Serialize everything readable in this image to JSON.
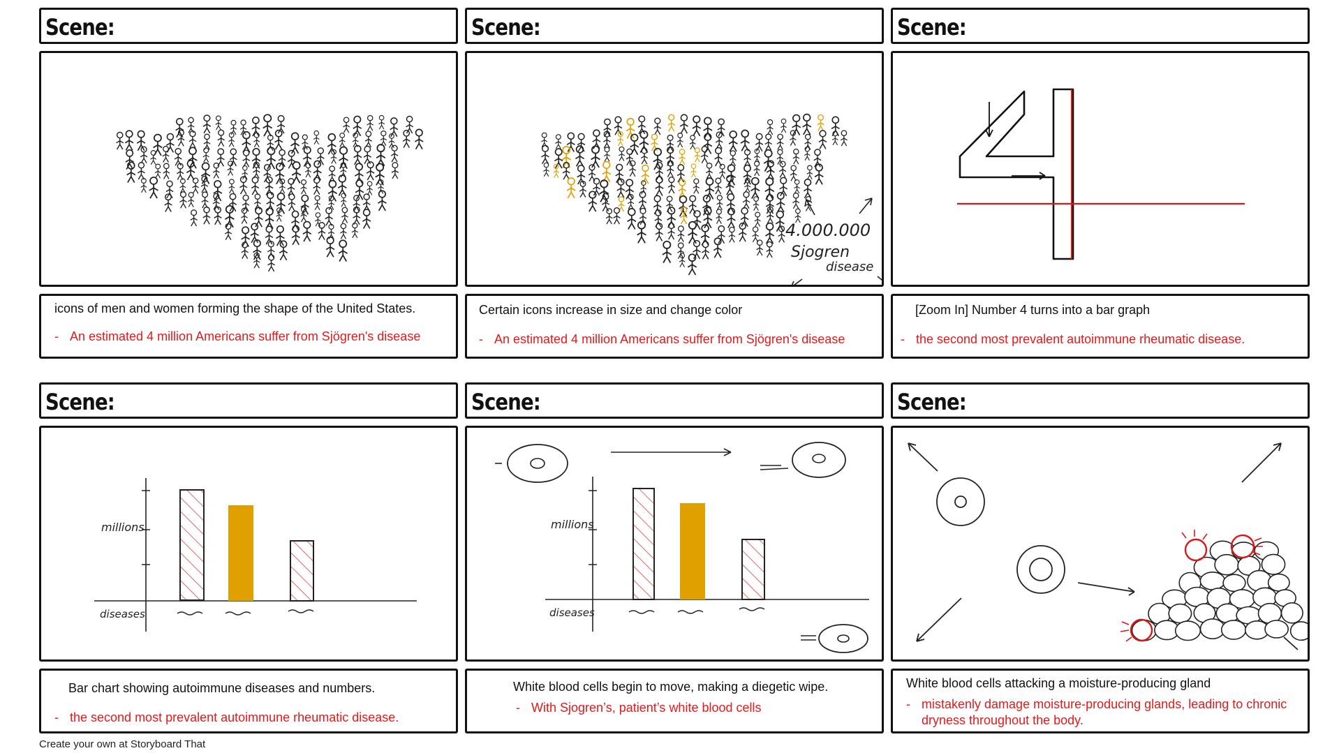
{
  "panels": [
    {
      "header": "Scene:",
      "description": "icons of men and women forming the shape of the United States.",
      "note": "An estimated 4 million Americans suffer from Sjögren's disease"
    },
    {
      "header": "Scene:",
      "description": "Certain icons increase in size and change color",
      "note": "An estimated 4 million Americans suffer from Sjögren's disease",
      "sketch_text_1": "4.000.000",
      "sketch_text_2": "Sjogren",
      "sketch_text_3": "disease"
    },
    {
      "header": "Scene:",
      "description": "[Zoom In] Number 4 turns into a bar graph",
      "note": "the second most prevalent autoimmune rheumatic disease."
    },
    {
      "header": "Scene:",
      "description": "Bar chart showing autoimmune diseases and numbers.",
      "note": "the second most prevalent autoimmune rheumatic disease.",
      "y_label": "millions",
      "x_label": "diseases"
    },
    {
      "header": "Scene:",
      "description": "White blood cells begin to move, making a diegetic wipe.",
      "note": "With Sjogren’s, patient’s white blood cells",
      "y_label": "millions",
      "x_label": "diseases"
    },
    {
      "header": "Scene:",
      "description": "White blood cells attacking a moisture-producing gland",
      "note_line_1": "mistakenly damage moisture-producing glands, leading to chronic",
      "note_line_2": "dryness throughout the body."
    }
  ],
  "dash": "-",
  "footer": "Create your own at Storyboard That",
  "colors": {
    "note": "#e21a1a",
    "highlight": "#e0a100",
    "ink": "#111111"
  }
}
